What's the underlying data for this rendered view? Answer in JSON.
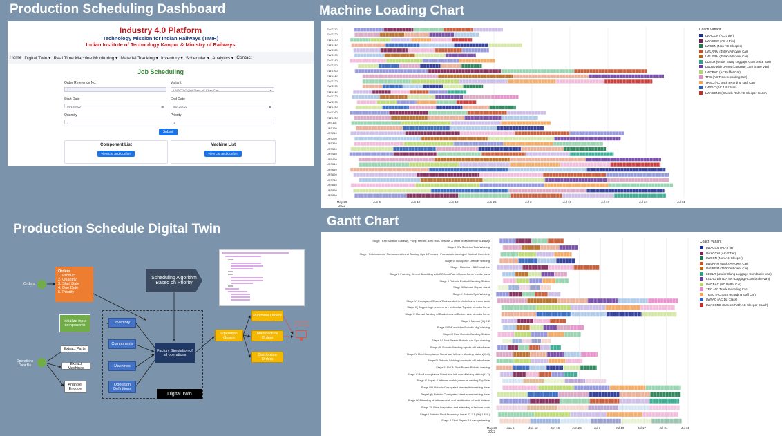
{
  "titles": {
    "dashboard": "Production Scheduling Dashboard",
    "machine_loading": "Machine Loading Chart",
    "twin": "Production Schedule Digital Twin",
    "gantt": "Gantt Chart"
  },
  "dashboard": {
    "header1": "Industry 4.0 Platform",
    "header2": "Technology Mission for Indian Railways (TMIR)",
    "header3": "Indian Institute of Technology Kanpur & Ministry of Railways",
    "nav": [
      "Home",
      "Digital Twin ▾",
      "Real Time Machine Monitoring ▾",
      "Material Tracking ▾",
      "Inventory ▾",
      "Schedular ▾",
      "Analytics ▾",
      "Contact"
    ],
    "form_title": "Job Scheduling",
    "order_ref_label": "Order Reference No.",
    "order_ref_value": "1",
    "variant_label": "Variant",
    "variant_value": "LWSCZAC (2nd Class AC Chair Car)",
    "start_label": "Start Date",
    "start_value": "05/10/2022",
    "end_label": "End Date",
    "end_value": "05/12/2022",
    "qty_label": "Quantity",
    "qty_value": "1",
    "priority_label": "Priority",
    "priority_value": "1",
    "submit": "Submit",
    "component_title": "Component List",
    "machine_title": "Machine List",
    "view_btn": "View List and Confirm"
  },
  "legend": {
    "machine_title": "Coach Variant",
    "machine_items": [
      {
        "label": "LWACCN (AC-3Tier)",
        "color": "#1f2f8f"
      },
      {
        "label": "LWACCW (AC-2 Tier)",
        "color": "#7a1f4f"
      },
      {
        "label": "LWSCN (Non-AC Sleeper)",
        "color": "#1f7a4f"
      },
      {
        "label": "LWLRRM (450KVA Power Car)",
        "color": "#c2502a"
      },
      {
        "label": "LWLRRM (750KVA Power Car)",
        "color": "#b5651d"
      },
      {
        "label": "LDSLR (Under Slung Luggage Cum brake Van)",
        "color": "#2aa58a"
      },
      {
        "label": "LSLRD with DA set (Luggage Cum brake Van)",
        "color": "#6b3fa0"
      },
      {
        "label": "LWCBAC (AC Buffet Car)",
        "color": "#b8d66a"
      },
      {
        "label": "TRC (AC Track recording Car)",
        "color": "#e58ac8"
      },
      {
        "label": "TRSC (AC track recording staff Car)",
        "color": "#f2a45a"
      },
      {
        "label": "LWFAC (AC 1st Class)",
        "color": "#2b5fb8"
      },
      {
        "label": "LWACCNE (Gareeb Rath AC Sleeper Coach)",
        "color": "#c92a2a"
      }
    ],
    "gantt_title": "Coach Variant",
    "gantt_items": [
      {
        "label": "LWACCN (AC-3Tier)",
        "color": "#1f2f8f"
      },
      {
        "label": "LWACCW (AC-2 Tier)",
        "color": "#7a1f4f"
      },
      {
        "label": "LWSCN (Non-AC Sleeper)",
        "color": "#1f7a4f"
      },
      {
        "label": "LWLRRM (450kVA Power Car)",
        "color": "#c2502a"
      },
      {
        "label": "LWLRRM (750kVA Power Car)",
        "color": "#b5651d"
      },
      {
        "label": "LDSLR (Under Slung Luggage Cum brake Van)",
        "color": "#2aa58a"
      },
      {
        "label": "LSLRD with DA set (Luggage Cum brake Van)",
        "color": "#6b3fa0"
      },
      {
        "label": "LWCBAC (AC Buffet Car)",
        "color": "#b8d66a"
      },
      {
        "label": "TRC (AC Track recording Car)",
        "color": "#e58ac8"
      },
      {
        "label": "TRSC (AC track recording staff Car)",
        "color": "#f2a45a"
      },
      {
        "label": "LWFAC (AC 1st Class)",
        "color": "#2b5fb8"
      },
      {
        "label": "LWACCNE (Gareeb Rath AC Sleeper Coach)",
        "color": "#c92a2a"
      }
    ]
  },
  "machine_chart": {
    "rows": [
      "EWS110",
      "EWS120",
      "EWS130",
      "EWS110",
      "EWS120",
      "EWS130",
      "EWS140",
      "EWS150",
      "EWS160",
      "EWS110",
      "EWS120",
      "EWS130",
      "EWS110",
      "EWS120",
      "EWS130",
      "EWS140",
      "EWS160",
      "EWS140",
      "UFS110",
      "UFS120",
      "UFS210",
      "UFS220",
      "UFS310",
      "UFS320",
      "UFS410",
      "UFS420",
      "UFS510",
      "UFS610",
      "UFS620",
      "UFS710",
      "UFS810",
      "UFS820",
      "UFS910"
    ],
    "xticks": [
      "May 29\n2022",
      "Jun 5",
      "Jun 12",
      "Jun 19",
      "Jun 26",
      "Jul 3",
      "Jul 10",
      "Jul 17",
      "Jul 24",
      "Jul 31"
    ]
  },
  "gantt_chart": {
    "rows": [
      "Stage I Fab:Bal Box Subassy, Pump Mt Brkt, Elec RBC channel & other cross member Subassy",
      "Stage I SW Skeleton Tack Welding",
      "Stage I Fabrication of Sub assemblies at Tacking Jigs & Fixtures , Framework tacking of Endwall Complete",
      "Stage-VI Backpiece Leftover welding",
      "Stage I Machine : B&C machine",
      "Stage II Framing, fitment & welding with BO front Part  of Underframe middle parts",
      "Stage II Robotic Endwall Welding Station",
      "Stage III Manual Repair stand",
      "Stage-II Robotic Spot Welding",
      "Stage VI Corrugated Sheets Tack welded  to Underframe frame work",
      "Stage X( Supporting members are welded at Topside of underframe",
      "Stage X  Manual Welding of Backpieces at Bottom side of underframe",
      "Stage II Manual (III) 9.2",
      "Stage-III SW skeleton Robotic Mig Welding",
      "Stage III Roof Robotic Welding Station",
      "Stage-IV Roof Bearer Robotic Arc Spot welding",
      "Stage (II) Robotic Welding upside of Underframe",
      "Stage IV Roof Acceptance Stand and left over Welding station(13.8)",
      "Stage IV  Robotic Welding downside of Underframe",
      "Stage-V SW & Roof Bearer Robotic welding",
      "Stage V Roof Acceptance Stand and left over Welding station(11.2)",
      "Stage V Repair & leftover work by manual welding Top Side",
      "Stage VIII Robotic Corrugated sheet stitch welding done",
      "Stage V(I) Robotic Corrugated sheet seam welding done",
      "Stage IX Attending of leftover work and rectification of weld defects",
      "Stage XII  Final Inspection and attending of leftover work",
      "Stage I Robotic Shell AssemblyLine at 22.2.1 (30) 1 & II )",
      "Stage-II Final Repair & Leakage testing"
    ],
    "xticks": [
      "May 29\n2022",
      "Jun 5",
      "Jun 12",
      "Jun 19",
      "Jun 26",
      "Jul 3",
      "Jul 10",
      "Jul 17",
      "Jul 24",
      "Jul 31"
    ]
  },
  "twin": {
    "orders": "Orders",
    "orders_box_title": "Orders",
    "orders_box_items": [
      "1.   Product",
      "2.   Quantity",
      "3.   Start Date",
      "4.   Due Date",
      "5.   Priority"
    ],
    "algo": "Scheduling Algorithm Based on Priority",
    "init": "Initialize input components",
    "extract_parts": "Extract Parts",
    "extract_machines": "Extract Machines",
    "analyse": "Analyse, Encode",
    "ops_file": "Operations Data file",
    "inventory": "Inventory",
    "components": "Components",
    "machines": "Machines",
    "op_defs": "Operation Definitions",
    "factory_sim": "Factory Simulation of all operations",
    "digital_twin": "Digital Twin",
    "operation_orders": "Operation Orders",
    "purchase": "Purchase Orders",
    "manufacture": "Manufacture Orders",
    "distribution": "Distribution Orders",
    "pm": "Production Monitoring"
  }
}
